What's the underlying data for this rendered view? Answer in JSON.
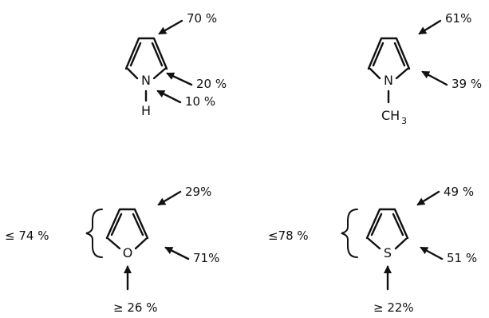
{
  "molecules": {
    "pyrrole": {
      "heteroatom": "N",
      "substituent": "H",
      "label_alpha": "70 %",
      "label_n": "20 %",
      "label_h": "10 %"
    },
    "n_methylpyrrole": {
      "heteroatom": "N",
      "substituent_main": "CH",
      "substituent_sub": "3",
      "label_alpha": "61%",
      "label_n": "39 %"
    },
    "furan": {
      "heteroatom": "O",
      "label_left": "≤ 74 %",
      "label_alpha": "29%",
      "label_o": "71%",
      "label_bottom": "≥ 26 %"
    },
    "thiophene": {
      "heteroatom": "S",
      "label_left": "≤78 %",
      "label_alpha": "49 %",
      "label_s": "51 %",
      "label_bottom": "≥ 22%"
    }
  }
}
